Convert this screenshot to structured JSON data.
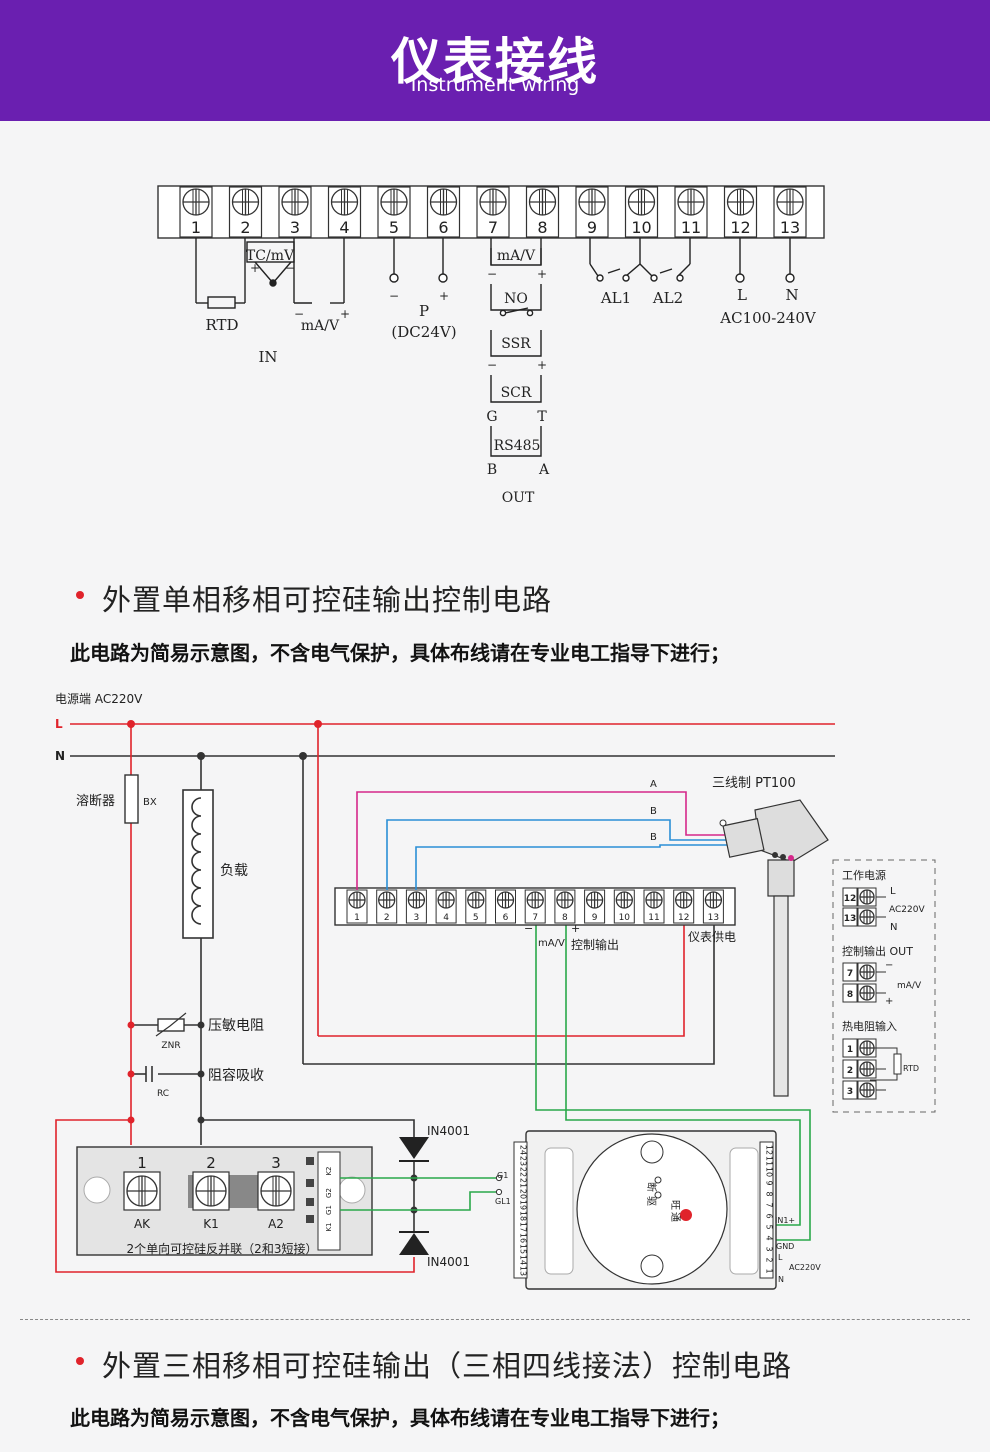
{
  "header": {
    "title": "仪表接线",
    "subtitle": "Instrument wiring"
  },
  "top_diagram": {
    "terminals": [
      "1",
      "2",
      "3",
      "4",
      "5",
      "6",
      "7",
      "8",
      "9",
      "10",
      "11",
      "12",
      "13"
    ],
    "labels": {
      "tc_mv": "TC/mV",
      "rtd": "RTD",
      "ma_v_in": "mA/V",
      "in": "IN",
      "p": "P",
      "dc24v": "(DC24V)",
      "ma_v_out": "mA/V",
      "no": "NO",
      "ssr": "SSR",
      "scr": "SCR",
      "g": "G",
      "t": "T",
      "rs485": "RS485",
      "b": "B",
      "a": "A",
      "out": "OUT",
      "al1": "AL1",
      "al2": "AL2",
      "l": "L",
      "n": "N",
      "ac": "AC100-240V",
      "plus": "+",
      "minus": "−"
    }
  },
  "section1": {
    "title": "外置单相移相可控硅输出控制电路",
    "note": "此电路为简易示意图，不含电气保护，具体布线请在专业电工指导下进行；"
  },
  "circuit": {
    "power_label": "电源端  AC220V",
    "l": "L",
    "n": "N",
    "fuse": "溶断器",
    "bx": "BX",
    "load": "负载",
    "varistor": "压敏电阻",
    "znr": "ZNR",
    "rc_absorb": "阻容吸收",
    "rc": "RC",
    "diode_top": "IN4001",
    "diode_bottom": "IN4001",
    "scr_caption": "2个单向可控硅反并联（2和3短接）",
    "scr_nums": [
      "1",
      "2",
      "3"
    ],
    "scr_names": [
      "AK",
      "K1",
      "A2"
    ],
    "scr_side": [
      "K2",
      "G2",
      "G1",
      "K1"
    ],
    "meter_terminals": [
      "1",
      "2",
      "3",
      "4",
      "5",
      "6",
      "7",
      "8",
      "9",
      "10",
      "11",
      "12",
      "13"
    ],
    "meter_ma_v": "mA/V",
    "meter_ctrl_out": "控制输出",
    "meter_supply": "仪表供电",
    "wire_a": "A",
    "wire_b1": "B",
    "wire_b2": "B",
    "pt100": "三线制  PT100",
    "legend_power": "工作电源",
    "legend_power_nums": [
      "12",
      "13"
    ],
    "legend_l": "L",
    "legend_n": "N",
    "legend_ac": "AC220V",
    "legend_out": "控制输出 OUT",
    "legend_out_nums": [
      "7",
      "8"
    ],
    "legend_out_ma": "mA/V",
    "legend_rtd_in": "热电阻输入",
    "legend_rtd_nums": [
      "1",
      "2",
      "3"
    ],
    "legend_rtd": "RTD",
    "trigger_left": [
      "24",
      "23",
      "22",
      "21",
      "20",
      "19",
      "18",
      "17",
      "16",
      "15",
      "14",
      "13"
    ],
    "trigger_right": [
      "12",
      "11",
      "10",
      "9",
      "8",
      "7",
      "6",
      "5",
      "4",
      "3",
      "2",
      "1"
    ],
    "trigger_g1": "G1",
    "trigger_gl1": "GL1",
    "trigger_in1": "IN1+",
    "trigger_gnd": "GND",
    "trigger_l": "L",
    "trigger_ac": "AC220V",
    "trigger_n": "N",
    "trigger_brand1": "断",
    "trigger_brand2": "驱",
    "trigger_brand3": "旺",
    "trigger_brand4": "通"
  },
  "section2": {
    "title": "外置三相移相可控硅输出（三相四线接法）控制电路",
    "note": "此电路为简易示意图，不含电气保护，具体布线请在专业电工指导下进行；"
  },
  "colors": {
    "header_bg": "#6a1fb0",
    "red_wire": "#e0232b",
    "magenta_wire": "#d5288a",
    "blue_wire": "#2b8fd6",
    "green_wire": "#2aa84a",
    "bullet": "#e0232b"
  }
}
